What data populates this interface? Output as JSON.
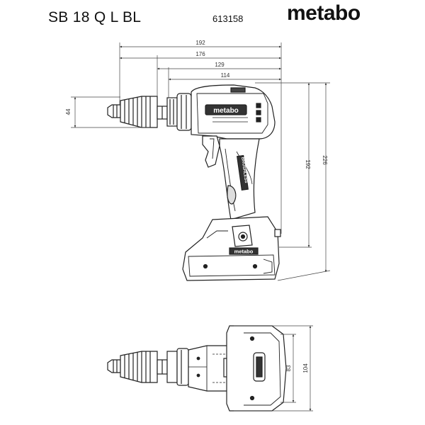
{
  "header": {
    "model_name": "SB 18 Q L BL",
    "article_number": "613158",
    "brand_logo": "metabo"
  },
  "side_view": {
    "dimensions": {
      "overall_length": "192",
      "length_176": "176",
      "length_129": "129",
      "length_114": "114",
      "chuck_diameter": "44",
      "height_192": "192",
      "overall_height": "226"
    },
    "body_logo": "metabo",
    "battery_logo": "metabo",
    "grip_badge": "BRUSHLESS"
  },
  "top_view": {
    "dimensions": {
      "width_83": "83",
      "overall_width": "104"
    }
  }
}
